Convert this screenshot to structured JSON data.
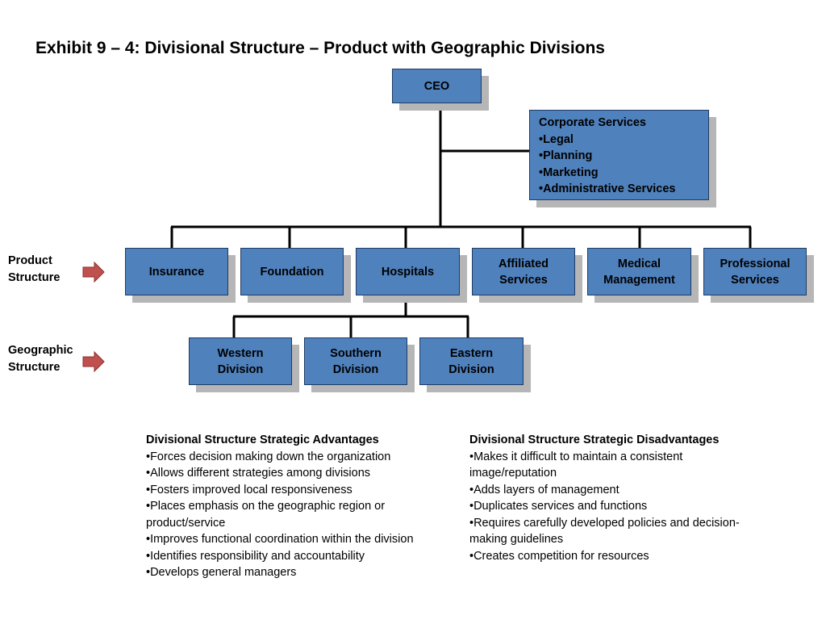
{
  "title": "Exhibit 9 – 4:  Divisional Structure – Product with Geographic Divisions",
  "ceo": "CEO",
  "corporate_services": {
    "heading": "Corporate Services",
    "items": [
      "•Legal",
      "•Planning",
      "•Marketing",
      "•Administrative Services"
    ]
  },
  "product_units": [
    "Insurance",
    "Foundation",
    "Hospitals",
    "Affiliated\nServices",
    "Medical\nManagement",
    "Professional\nServices"
  ],
  "geographic_units": [
    "Western\nDivision",
    "Southern\nDivision",
    "Eastern\nDivision"
  ],
  "labels": {
    "product": "Product\nStructure",
    "geographic": "Geographic\nStructure"
  },
  "colors": {
    "box_fill": "#4f81bd",
    "shadow": "#b6b6b6",
    "arrow": "#c0504d"
  },
  "advantages": {
    "heading": "Divisional Structure Strategic Advantages",
    "items": [
      "•Forces decision making down the organization",
      "•Allows different strategies among divisions",
      "•Fosters improved local responsiveness",
      "•Places emphasis on the geographic region or\nproduct/service",
      "•Improves functional coordination within the division",
      "•Identifies responsibility and accountability",
      "•Develops general managers"
    ]
  },
  "disadvantages": {
    "heading": "Divisional Structure Strategic Disadvantages",
    "items": [
      "•Makes it difficult to maintain a consistent\nimage/reputation",
      "•Adds layers of management",
      "•Duplicates services and functions",
      "•Requires carefully developed policies and decision-\nmaking guidelines",
      "•Creates competition for resources"
    ]
  }
}
